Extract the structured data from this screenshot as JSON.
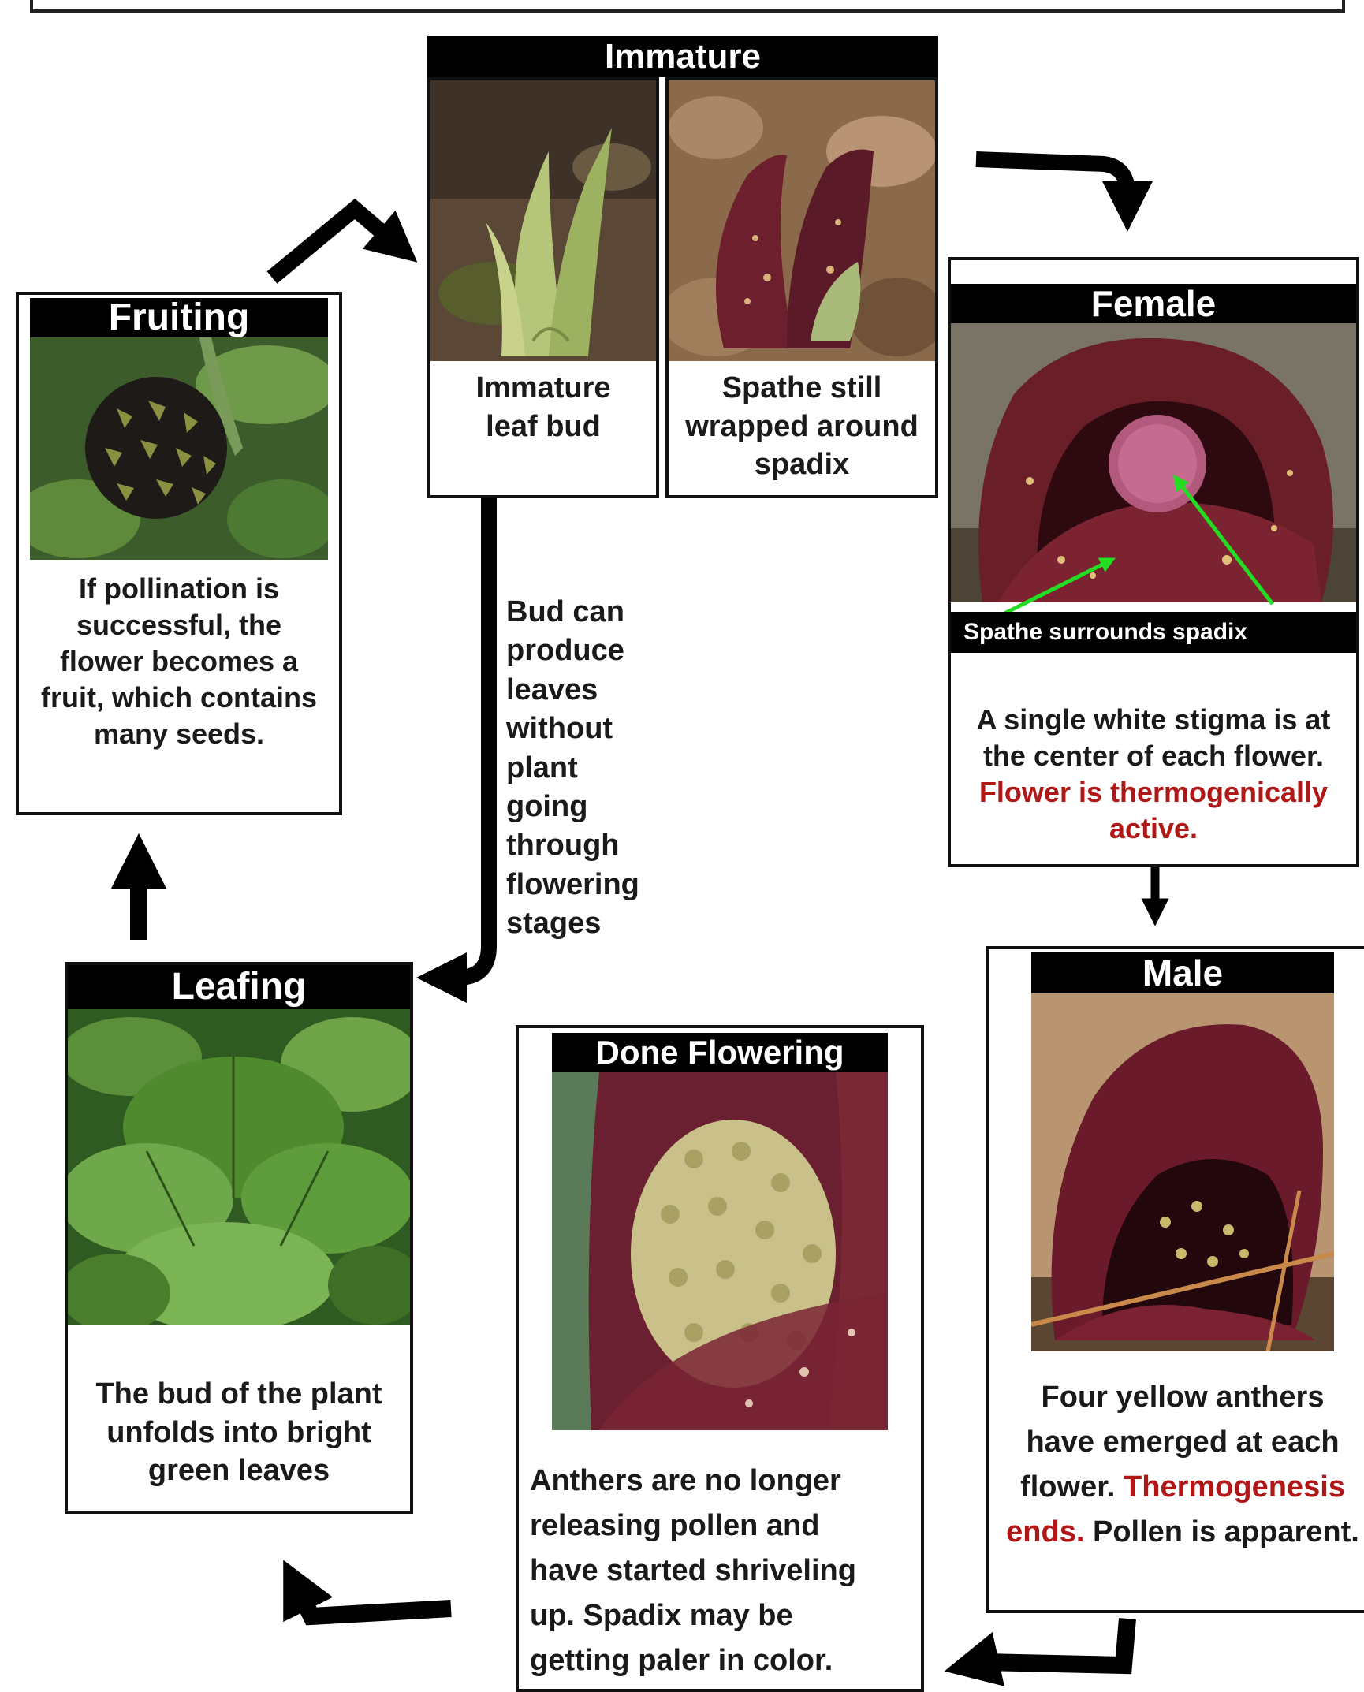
{
  "stages": {
    "immature": {
      "title": "Immature",
      "caption_left": "Immature leaf bud",
      "caption_right": "Spathe still wrapped around spadix"
    },
    "female": {
      "title": "Female",
      "photo_label": "Spathe surrounds spadix",
      "text": "A single white stigma is at the center of each flower.",
      "text_red": "Flower is thermogenically active."
    },
    "male": {
      "title": "Male",
      "text_a": "Four yellow anthers have emerged at each flower.",
      "text_red": "Thermogenesis ends.",
      "text_b": "Pollen is apparent."
    },
    "done": {
      "title": "Done Flowering",
      "text": "Anthers are no longer releasing pollen and have started shriveling up.  Spadix may be getting paler in color."
    },
    "leafing": {
      "title": "Leafing",
      "text": "The bud of the plant unfolds into bright green leaves"
    },
    "fruiting": {
      "title": "Fruiting",
      "text": "If pollination is successful, the flower becomes a fruit, which contains many seeds."
    }
  },
  "side_note": "Bud can produce leaves without plant going through flowering stages",
  "colors": {
    "highlight_red": "#b01818",
    "annotation_arrow": "#22dd22"
  }
}
